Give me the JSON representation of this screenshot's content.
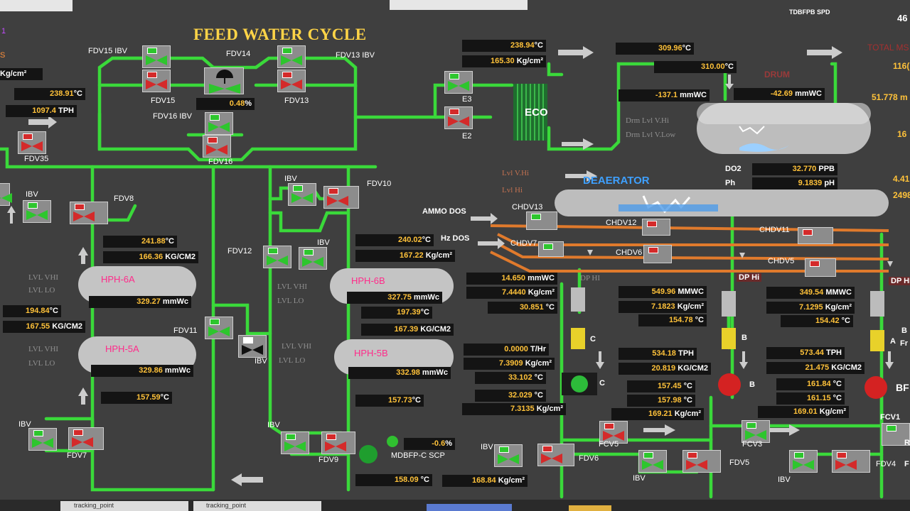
{
  "title": "FEED WATER CYCLE",
  "top_right_tag": "TDBFPB SPD",
  "colors": {
    "pipe_green": "#3ad93a",
    "pipe_orange": "#e07a2c",
    "valve_green": "#2dc62d",
    "valve_red": "#d42a2a",
    "value": "#ffc23a",
    "deaerator_blue": "#3ea0ff"
  },
  "edge_left": {
    "e1": "1",
    "e2": "S",
    "e3": "Kg/cm²"
  },
  "edge_right": {
    "r1": "46",
    "r2": "TOTAL MS",
    "r3": "116(",
    "r4": "51.778 m",
    "r5": "16",
    "r6": "4.41",
    "r7": "2498",
    "r8": "B",
    "r9": "Fr",
    "r10": "A",
    "r11": "BF",
    "r12": "FCV1",
    "r13": "DP HI",
    "r14": "R",
    "r15": "F"
  },
  "drum_label": "DRUM",
  "eco_label": "ECO",
  "deaerator_label": "DEAERATOR",
  "valves": {
    "fdv15ibv": "FDV15 IBV",
    "fdv14": "FDV14",
    "fdv13ibv": "FDV13 IBV",
    "fdv15": "FDV15",
    "fdv13": "FDV13",
    "fdv16ibv": "FDV16 IBV",
    "fdv16": "FDV16",
    "fdv35": "FDV35",
    "e3": "E3",
    "e2": "E2",
    "fdv10": "FDV10",
    "ibv_a": "IBV",
    "fdv8": "FDV8",
    "ibv_b": "IBV",
    "fdv12": "FDV12",
    "ibv_c": "IBV",
    "fdv11": "FDV11",
    "ibv_d": "IBV",
    "ibv_e": "IBV",
    "fdv7": "FDV7",
    "ibv_f": "IBV",
    "fdv9": "FDV9",
    "mdbfp": "MDBFP-C SCP",
    "ibv_g": "IBV",
    "fdv6": "FDV6",
    "fcv5": "FCV5",
    "fcv3": "FCV3",
    "ibv_h": "IBV",
    "fdv5": "FDV5",
    "ibv_i": "IBV",
    "fdv4": "FDV4",
    "chdv13": "CHDV13",
    "chdv7": "CHDV7",
    "chdv12": "CHDV12",
    "chdv6": "CHDV6",
    "chdv11": "CHDV11",
    "chdv5": "CHDV5",
    "ammo": "AMMO DOS",
    "hz": "Hz DOS",
    "pump_c": "C",
    "pump_b": "B",
    "filter_c": "C",
    "filter_b": "B"
  },
  "vessels": {
    "hph6a": "HPH-6A",
    "hph5a": "HPH-5A",
    "hph6b": "HPH-6B",
    "hph5b": "HPH-5B"
  },
  "levels": {
    "lvl_vhi": "LVL VHI",
    "lvl_lo": "LVL LO",
    "lvl_vhi_b": "LVL VHI",
    "lvl_lo_b": "LVL LO",
    "lvl_vhi_c": "LVL VHI",
    "lvl_lo_c": "LVL LO",
    "lvl_vhi_d": "LVL  VHI",
    "lvl_lo_d": "LVL LO",
    "drm_hi": "Drm Lvl V.Hi",
    "drm_low": "Drm Lvl V.Low",
    "da_vhi": "Lvl V.Hi",
    "da_hi": "Lvl Hi",
    "dp_hi_1": "DP HI",
    "dp_hi_2": "DP Hi"
  },
  "readings": {
    "t1": {
      "v": "238.91",
      "u": "°C"
    },
    "t2": {
      "v": "1097.4",
      "u": " TPH"
    },
    "t3": {
      "v": "238.94",
      "u": "°C"
    },
    "t4": {
      "v": "165.30",
      "u": " Kg/cm²"
    },
    "t5": {
      "v": "0.48",
      "u": "%"
    },
    "t6": {
      "v": "309.96",
      "u": "°C"
    },
    "t7": {
      "v": "310.00",
      "u": "°C"
    },
    "t8": {
      "v": "-137.1",
      "u": " mmWC"
    },
    "t9": {
      "v": "-42.69",
      "u": " mmWC"
    },
    "t10": {
      "v": "32.770",
      "u": " PPB"
    },
    "t11": {
      "v": "9.1839",
      "u": " pH"
    },
    "do2": "DO2",
    "ph": "Ph",
    "h6a_t": {
      "v": "241.88",
      "u": "°C"
    },
    "h6a_p": {
      "v": "166.36",
      "u": " KG/CM2"
    },
    "h6a_l": {
      "v": "329.27",
      "u": " mmWc"
    },
    "l_t": {
      "v": "194.84",
      "u": "°C"
    },
    "l_p": {
      "v": "167.55",
      "u": " KG/CM2"
    },
    "h5a_l": {
      "v": "329.86",
      "u": " mmWc"
    },
    "h5a_t": {
      "v": "157.59",
      "u": "°C"
    },
    "h6b_t": {
      "v": "240.02",
      "u": "°C"
    },
    "h6b_p": {
      "v": "167.22",
      "u": " Kg/cm²"
    },
    "h6b_l": {
      "v": "327.75",
      "u": " mmWc"
    },
    "h6b_t2": {
      "v": "197.39",
      "u": "°C"
    },
    "h6b_p2": {
      "v": "167.39",
      "u": " KG/CM2"
    },
    "h5b_l": {
      "v": "332.98",
      "u": " mmWc"
    },
    "h5b_t": {
      "v": "157.73",
      "u": "°C"
    },
    "c1": {
      "v": "14.650",
      "u": " mmWC"
    },
    "c2": {
      "v": "7.4440",
      "u": " Kg/cm²"
    },
    "c3": {
      "v": "30.851",
      "u": " °C"
    },
    "c4": {
      "v": "0.0000",
      "u": " T/Hr"
    },
    "c5": {
      "v": "7.3909",
      "u": " Kg/cm²"
    },
    "c6": {
      "v": "33.102",
      "u": " °C"
    },
    "c7": {
      "v": "32.029",
      "u": " °C"
    },
    "c8": {
      "v": "7.3135",
      "u": " Kg/cm²"
    },
    "c9": {
      "v": "-0.6",
      "u": "%"
    },
    "c10": {
      "v": "158.09",
      "u": " °C"
    },
    "c11": {
      "v": "168.84",
      "u": " Kg/cm²"
    },
    "b1": {
      "v": "549.96",
      "u": " MMWC"
    },
    "b2": {
      "v": "7.1823",
      "u": " Kg/cm²"
    },
    "b3": {
      "v": "154.78",
      "u": " °C"
    },
    "b4": {
      "v": "534.18",
      "u": " TPH"
    },
    "b5": {
      "v": "20.819",
      "u": " KG/CM2"
    },
    "b6": {
      "v": "157.45",
      "u": " °C"
    },
    "b7": {
      "v": "157.98",
      "u": " °C"
    },
    "b8": {
      "v": "169.21",
      "u": " Kg/cm²"
    },
    "a1": {
      "v": "349.54",
      "u": " MMWC"
    },
    "a2": {
      "v": "7.1295",
      "u": " Kg/cm²"
    },
    "a3": {
      "v": "154.42",
      "u": " °C"
    },
    "a4": {
      "v": "573.44",
      "u": " TPH"
    },
    "a5": {
      "v": "21.475",
      "u": " KG/CM2"
    },
    "a6": {
      "v": "161.84",
      "u": " °C"
    },
    "a7": {
      "v": "161.15",
      "u": " °C"
    },
    "a8": {
      "v": "169.01",
      "u": " Kg/cm²"
    }
  },
  "taskbar": {
    "item1": "tracking_point",
    "item2": "tracking_point"
  }
}
